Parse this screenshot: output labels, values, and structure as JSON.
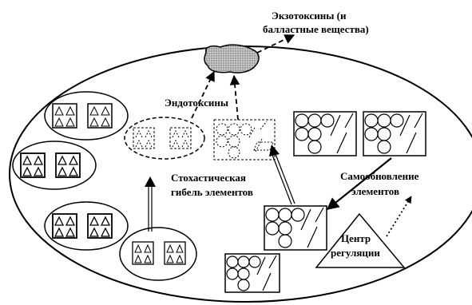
{
  "labels": {
    "exotoxins_line1": "Экзотоксины (и",
    "exotoxins_line2": "балластные вещества)",
    "endotoxins": "Эндотоксины",
    "stochastic_line1": "Стохастическая",
    "stochastic_line2": "гибель элементов",
    "renewal_line1": "Самообновление",
    "renewal_line2": "элементов",
    "center_line1": "Центр",
    "center_line2": "регуляции"
  }
}
